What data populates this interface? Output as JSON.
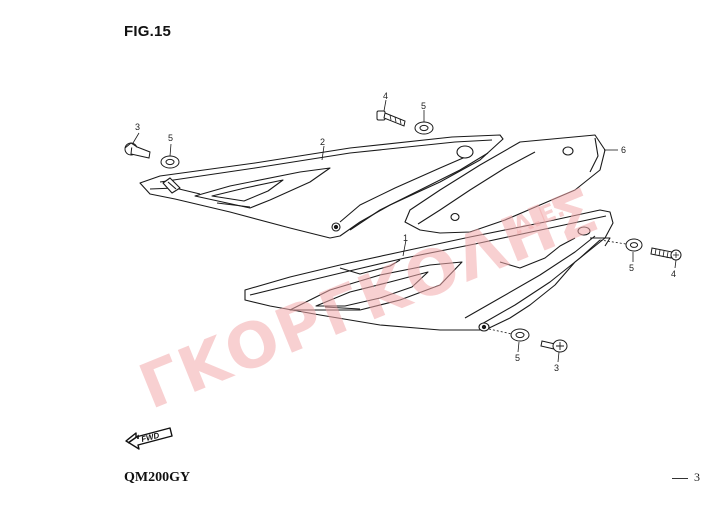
{
  "figure": {
    "title": "FIG.15"
  },
  "footer": {
    "model": "QM200GY",
    "page": "3"
  },
  "watermark": {
    "text": "ΓΚΟΡΓΚΟΛΗΣ",
    "suffix": "Α.Ε."
  },
  "direction_indicator": {
    "label": "FWD"
  },
  "callouts": {
    "c1": "1",
    "c2": "2",
    "c3a": "3",
    "c3b": "3",
    "c4a": "4",
    "c4b": "4",
    "c5a": "5",
    "c5b": "5",
    "c5c": "5",
    "c5d": "5",
    "c6": "6"
  },
  "colors": {
    "line": "#1a1a1a",
    "watermark": "#f2a9ac",
    "background": "#ffffff"
  }
}
